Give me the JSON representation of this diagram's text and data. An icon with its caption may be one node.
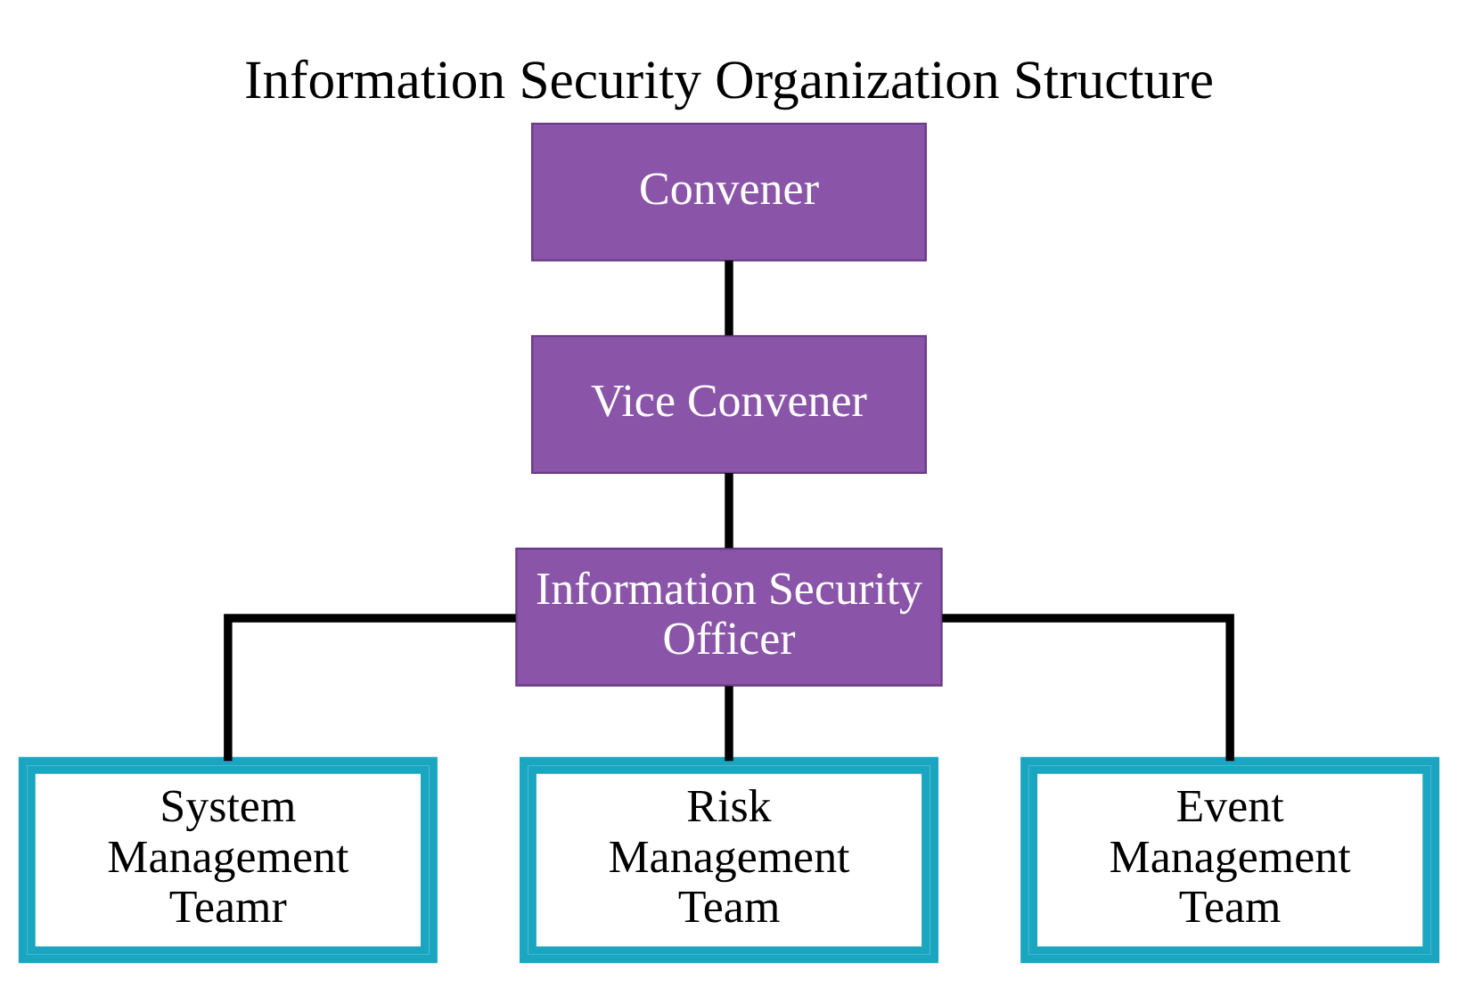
{
  "diagram": {
    "title": "Information Security Organization Structure",
    "nodes": [
      {
        "text": [
          "Convener"
        ]
      },
      {
        "text": [
          "Vice Convener"
        ]
      },
      {
        "text": [
          "Information Security Officer"
        ]
      },
      {
        "text": [
          "System Management Teamr"
        ]
      },
      {
        "text": [
          "Risk Management Team"
        ]
      },
      {
        "text": [
          "Event Management Team"
        ]
      }
    ],
    "edges": [
      {
        "from": 0,
        "to": 1,
        "arrow": "none"
      },
      {
        "from": 1,
        "to": 2,
        "arrow": "none"
      },
      {
        "from": 2,
        "to": 3,
        "arrow": "none"
      },
      {
        "from": 2,
        "to": 4,
        "arrow": "none"
      },
      {
        "from": 2,
        "to": 5,
        "arrow": "none"
      }
    ]
  }
}
